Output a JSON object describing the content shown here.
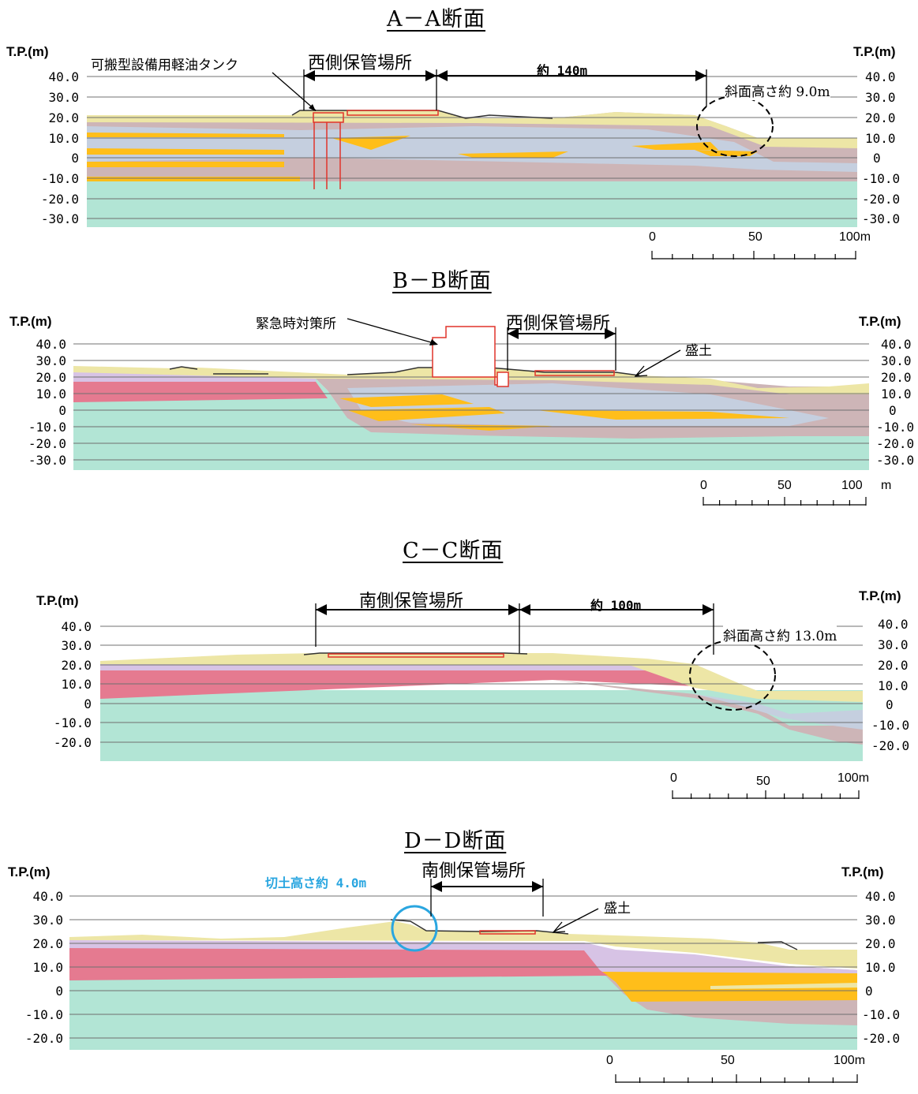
{
  "sections": {
    "aa": {
      "title": "A－A断面",
      "axis_label": "T.P.(m)",
      "ticks_left": [
        "40.0",
        "30.0",
        "20.0",
        "10.0",
        "0",
        "-10.0",
        "-20.0",
        "-30.0"
      ],
      "ticks_right": [
        "40.0",
        "30.0",
        "20.0",
        "10.0",
        "0",
        "-10.0",
        "-20.0",
        "-30.0"
      ],
      "label_tank": "可搬型設備用軽油タンク",
      "label_storage": "西側保管場所",
      "label_distance": "約 140m",
      "label_slope": "斜面高さ約 9.0m",
      "scale": [
        "0",
        "50",
        "100m"
      ]
    },
    "bb": {
      "title": "B－B断面",
      "axis_label": "T.P.(m)",
      "ticks_left": [
        "40.0",
        "30.0",
        "20.0",
        "10.0",
        "0",
        "-10.0",
        "-20.0",
        "-30.0"
      ],
      "ticks_right": [
        "40.0",
        "30.0",
        "20.0",
        "10.0",
        "0",
        "-10.0",
        "-20.0",
        "-30.0"
      ],
      "label_emergency": "緊急時対策所",
      "label_storage": "西側保管場所",
      "label_fill": "盛土",
      "scale": [
        "0",
        "50",
        "100"
      ],
      "scale_unit": "m"
    },
    "cc": {
      "title": "C－C断面",
      "axis_label": "T.P.(m)",
      "ticks_left": [
        "40.0",
        "30.0",
        "20.0",
        "10.0",
        "0",
        "-10.0",
        "-20.0"
      ],
      "ticks_right": [
        "40.0",
        "30.0",
        "20.0",
        "10.0",
        "0",
        "-10.0",
        "-20.0"
      ],
      "label_storage": "南側保管場所",
      "label_distance": "約 100m",
      "label_slope": "斜面高さ約 13.0m",
      "scale": [
        "0",
        "50",
        "100m"
      ]
    },
    "dd": {
      "title": "D－D断面",
      "axis_label": "T.P.(m)",
      "ticks_left": [
        "40.0",
        "30.0",
        "20.0",
        "10.0",
        "0",
        "-10.0",
        "-20.0"
      ],
      "ticks_right": [
        "40.0",
        "30.0",
        "20.0",
        "10.0",
        "0",
        "-10.0",
        "-20.0"
      ],
      "label_cut": "切土高さ約 4.0m",
      "label_storage": "南側保管場所",
      "label_fill": "盛土",
      "scale": [
        "0",
        "50",
        "100m"
      ]
    }
  },
  "colors": {
    "bedrock": "#b2e5d5",
    "pink": "#e57a90",
    "lavender": "#d7c3e5",
    "mauve": "#cdb5b7",
    "bluegray": "#c5cfdf",
    "yellow": "#ffbe1a",
    "cream": "#ede6a6",
    "red_outline": "#e0342a",
    "cyan": "#2aa6e0"
  }
}
